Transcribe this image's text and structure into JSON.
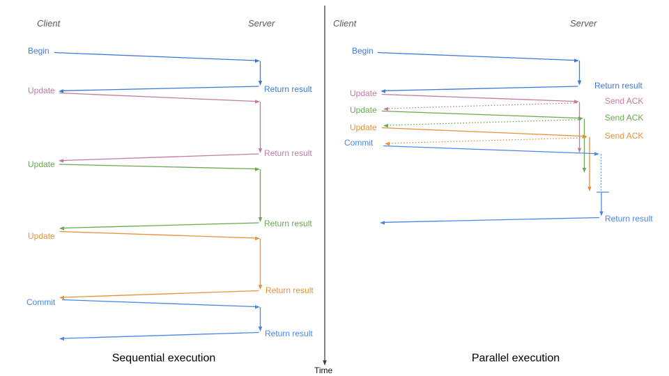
{
  "colors": {
    "begin_blue": "#3c78d8",
    "commit_blue": "#4a86e8",
    "update_pink": "#c27ba0",
    "update_green": "#6aa84f",
    "update_orange": "#e69138",
    "header_gray": "#595959",
    "time_axis_gray": "#3f3f3f",
    "caption_black": "#000000"
  },
  "time_axis": {
    "label": "Time"
  },
  "sequential": {
    "caption": "Sequential execution",
    "client_header": "Client",
    "server_header": "Server",
    "messages": [
      {
        "request": "Begin",
        "response": "Return result",
        "color": "#3c78d8",
        "response_style": "solid"
      },
      {
        "request": "Update",
        "response": "Return result",
        "color": "#c27ba0",
        "response_style": "solid"
      },
      {
        "request": "Update",
        "response": "Return result",
        "color": "#6aa84f",
        "response_style": "solid"
      },
      {
        "request": "Update",
        "response": "Return result",
        "color": "#e69138",
        "response_style": "solid"
      },
      {
        "request": "Commit",
        "response": "Return result",
        "color": "#4a86e8",
        "response_style": "solid"
      }
    ]
  },
  "parallel": {
    "caption": "Parallel execution",
    "client_header": "Client",
    "server_header": "Server",
    "messages": [
      {
        "request": "Begin",
        "response": "Return result",
        "color": "#3c78d8",
        "response_style": "solid"
      },
      {
        "request": "Update",
        "response": "Send ACK",
        "color": "#c27ba0",
        "response_style": "dotted"
      },
      {
        "request": "Update",
        "response": "Send ACK",
        "color": "#6aa84f",
        "response_style": "dotted"
      },
      {
        "request": "Update",
        "response": "Send ACK",
        "color": "#e69138",
        "response_style": "dotted"
      },
      {
        "request": "Commit",
        "response": "Return result",
        "color": "#4a86e8",
        "response_style": "solid"
      }
    ]
  }
}
